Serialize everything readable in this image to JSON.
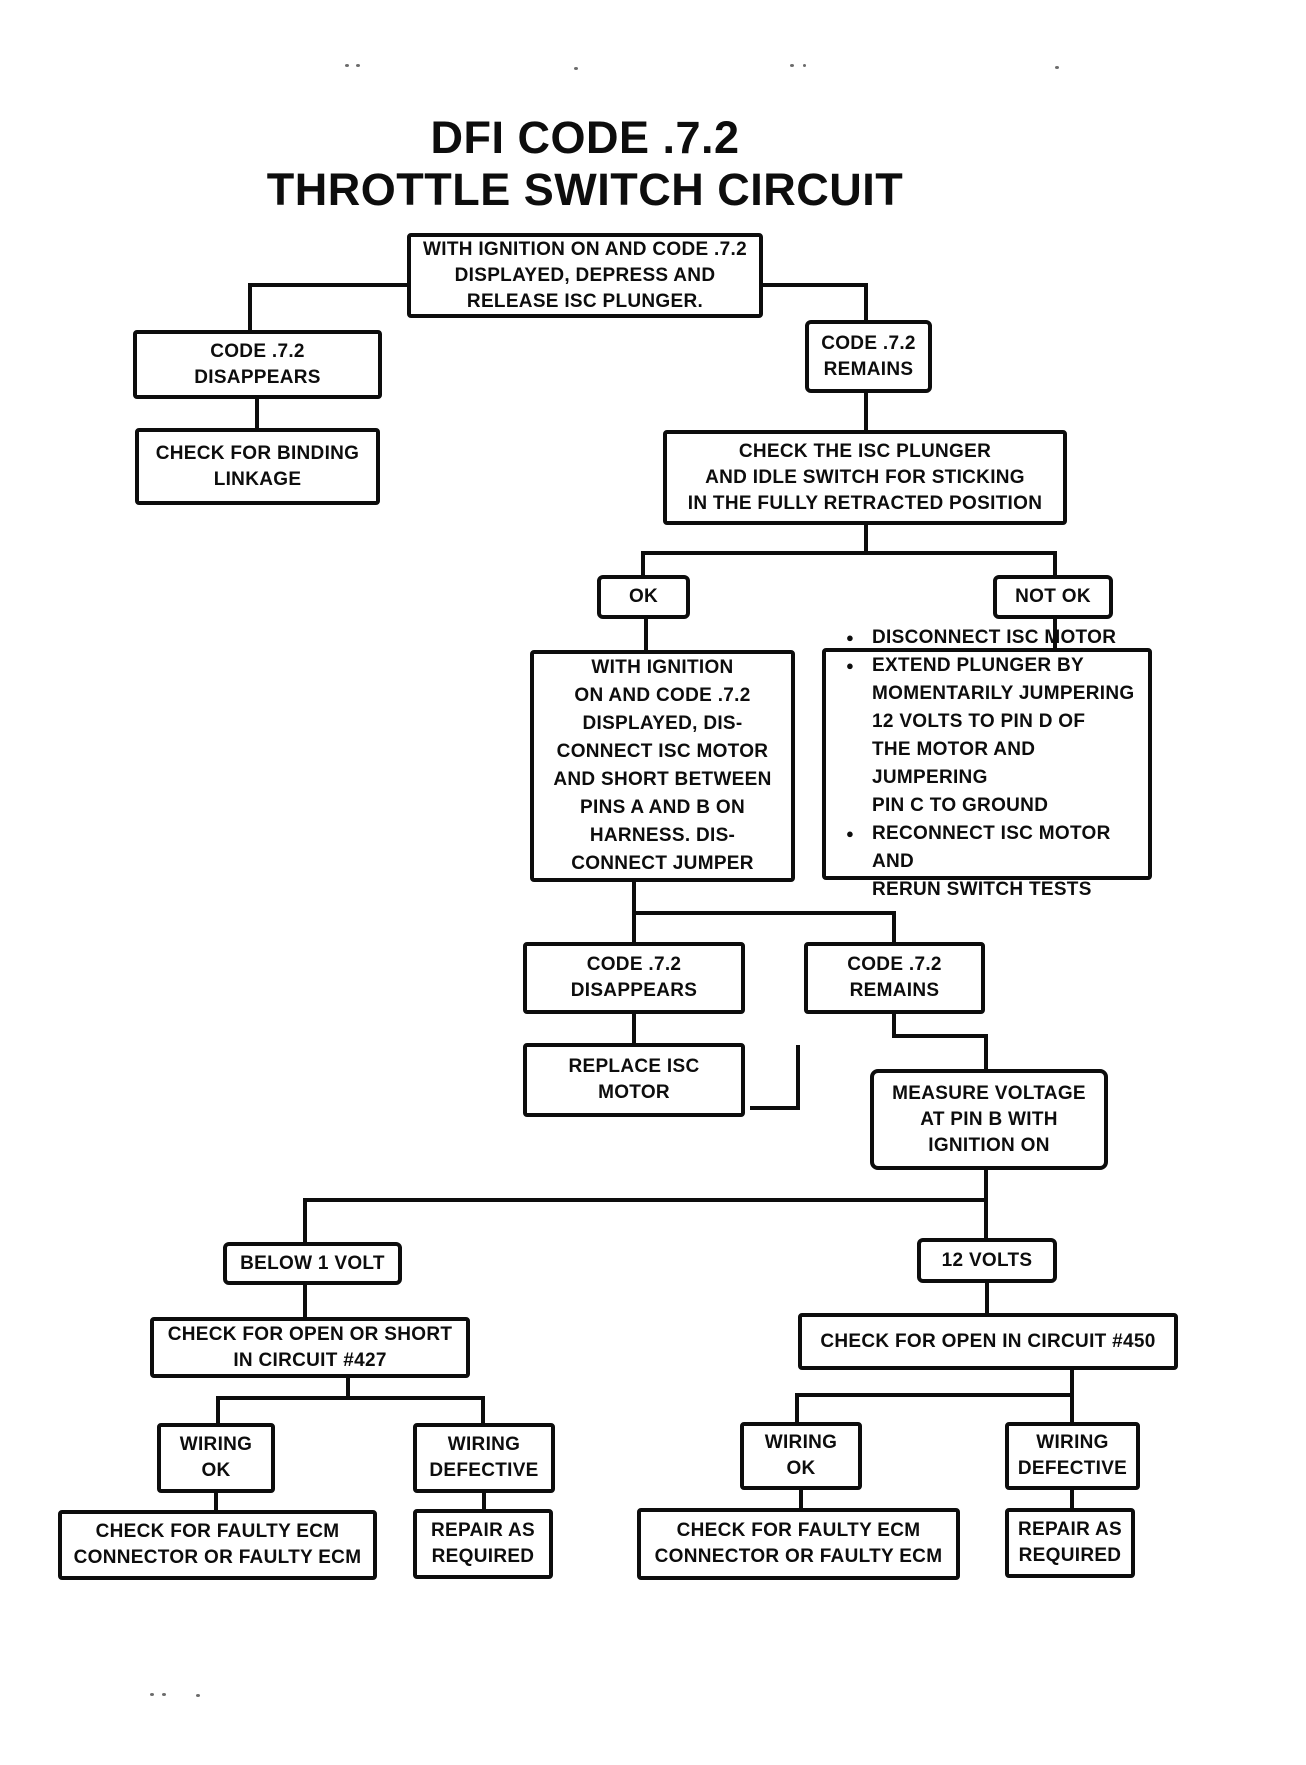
{
  "title": {
    "line1": "DFI CODE .7.2",
    "line2": "THROTTLE SWITCH CIRCUIT"
  },
  "colors": {
    "ink": "#0d0d0d",
    "paper": "#ffffff"
  },
  "nodes": {
    "start": {
      "lines": [
        "WITH IGNITION ON AND CODE .7.2",
        "DISPLAYED, DEPRESS AND",
        "RELEASE ISC PLUNGER."
      ]
    },
    "code72_disappears_1": {
      "lines": [
        "CODE .7.2",
        "DISAPPEARS"
      ]
    },
    "check_binding": {
      "lines": [
        "CHECK FOR BINDING",
        "LINKAGE"
      ]
    },
    "code72_remains_1": {
      "lines": [
        "CODE .7.2",
        "REMAINS"
      ]
    },
    "check_plunger": {
      "lines": [
        "CHECK THE ISC PLUNGER",
        "AND IDLE SWITCH FOR STICKING",
        "IN THE FULLY RETRACTED POSITION"
      ]
    },
    "ok": {
      "lines": [
        "OK"
      ]
    },
    "not_ok": {
      "lines": [
        "NOT OK"
      ]
    },
    "jumper_test": {
      "lines": [
        "WITH IGNITION",
        "ON AND CODE .7.2",
        "DISPLAYED, DIS-",
        "CONNECT ISC MOTOR",
        "AND SHORT BETWEEN",
        "PINS A AND B ON",
        "HARNESS. DIS-",
        "CONNECT JUMPER"
      ]
    },
    "extend_plunger": {
      "bullets": [
        {
          "lines": [
            "DISCONNECT ISC MOTOR"
          ]
        },
        {
          "lines": [
            "EXTEND PLUNGER BY",
            "MOMENTARILY JUMPERING",
            "12 VOLTS TO PIN D OF",
            "THE MOTOR AND JUMPERING",
            "PIN C TO GROUND"
          ]
        },
        {
          "lines": [
            "RECONNECT ISC MOTOR AND",
            "RERUN SWITCH TESTS"
          ]
        }
      ]
    },
    "code72_disappears_2": {
      "lines": [
        "CODE .7.2",
        "DISAPPEARS"
      ]
    },
    "replace_isc": {
      "lines": [
        "REPLACE ISC",
        "MOTOR"
      ]
    },
    "code72_remains_2": {
      "lines": [
        "CODE .7.2",
        "REMAINS"
      ]
    },
    "measure_voltage": {
      "lines": [
        "MEASURE VOLTAGE",
        "AT PIN B WITH",
        "IGNITION ON"
      ]
    },
    "below_1_volt": {
      "lines": [
        "BELOW 1 VOLT"
      ]
    },
    "volts_12": {
      "lines": [
        "12 VOLTS"
      ]
    },
    "circuit_427": {
      "lines": [
        "CHECK FOR OPEN OR SHORT",
        "IN CIRCUIT #427"
      ]
    },
    "circuit_450": {
      "lines": [
        "CHECK FOR OPEN IN CIRCUIT #450"
      ]
    },
    "wiring_ok_left": {
      "lines": [
        "WIRING",
        "OK"
      ]
    },
    "wiring_defective_left": {
      "lines": [
        "WIRING",
        "DEFECTIVE"
      ]
    },
    "faulty_ecm_left": {
      "lines": [
        "CHECK FOR FAULTY ECM",
        "CONNECTOR OR FAULTY ECM"
      ]
    },
    "repair_left": {
      "lines": [
        "REPAIR AS",
        "REQUIRED"
      ]
    },
    "wiring_ok_right": {
      "lines": [
        "WIRING",
        "OK"
      ]
    },
    "wiring_defective_right": {
      "lines": [
        "WIRING",
        "DEFECTIVE"
      ]
    },
    "faulty_ecm_right": {
      "lines": [
        "CHECK FOR FAULTY ECM",
        "CONNECTOR OR FAULTY ECM"
      ]
    },
    "repair_right": {
      "lines": [
        "REPAIR AS",
        "REQUIRED"
      ]
    }
  }
}
